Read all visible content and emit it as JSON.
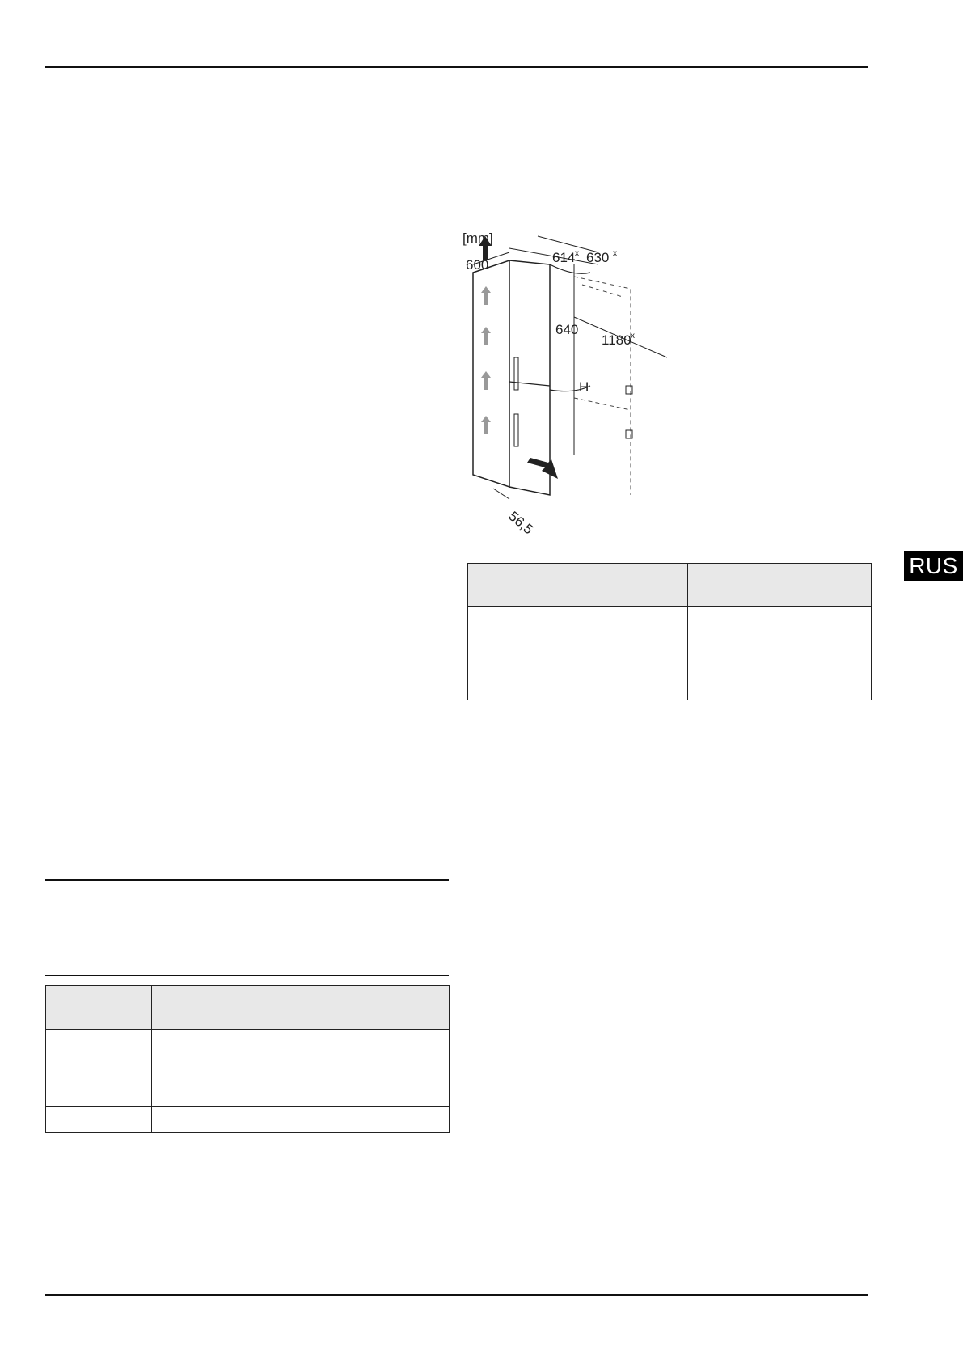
{
  "page": {
    "language_tab": "RUS"
  },
  "diagram": {
    "unit_label": "[mm]",
    "dim_width": "600",
    "dim_depth": "614",
    "dim_depth_sup": "x",
    "dim_depth_door": "630",
    "dim_depth_door_sup": "x",
    "dim_inner": "640",
    "dim_open": "1180",
    "dim_open_sup": "x",
    "dim_height": "H",
    "dim_plinth": "56,5"
  },
  "table_right": {
    "columns": 2,
    "rows": [
      "header",
      "row1",
      "row2",
      "row3"
    ]
  },
  "table_left": {
    "columns": 2,
    "rows": [
      "header",
      "row1",
      "row2",
      "row3",
      "row4"
    ]
  },
  "colors": {
    "header_fill": "#e8e8e8",
    "rule": "#111111",
    "tab_bg": "#000000"
  }
}
